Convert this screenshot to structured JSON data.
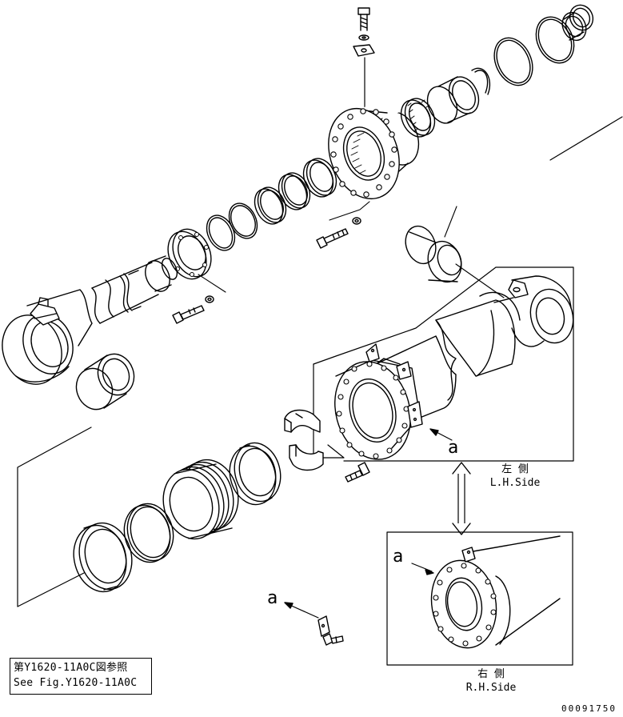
{
  "labels": {
    "detail_a_lh": "a",
    "detail_a_rh": "a",
    "detail_a_plate": "a"
  },
  "lh_side": {
    "jp": "左 側",
    "en": "L.H.Side"
  },
  "rh_side": {
    "jp": "右 側",
    "en": "R.H.Side"
  },
  "reference": {
    "line1": "第Y1620-11A0C図参照",
    "line2": "See Fig.Y1620-11A0C"
  },
  "drawing_number": "00091750"
}
